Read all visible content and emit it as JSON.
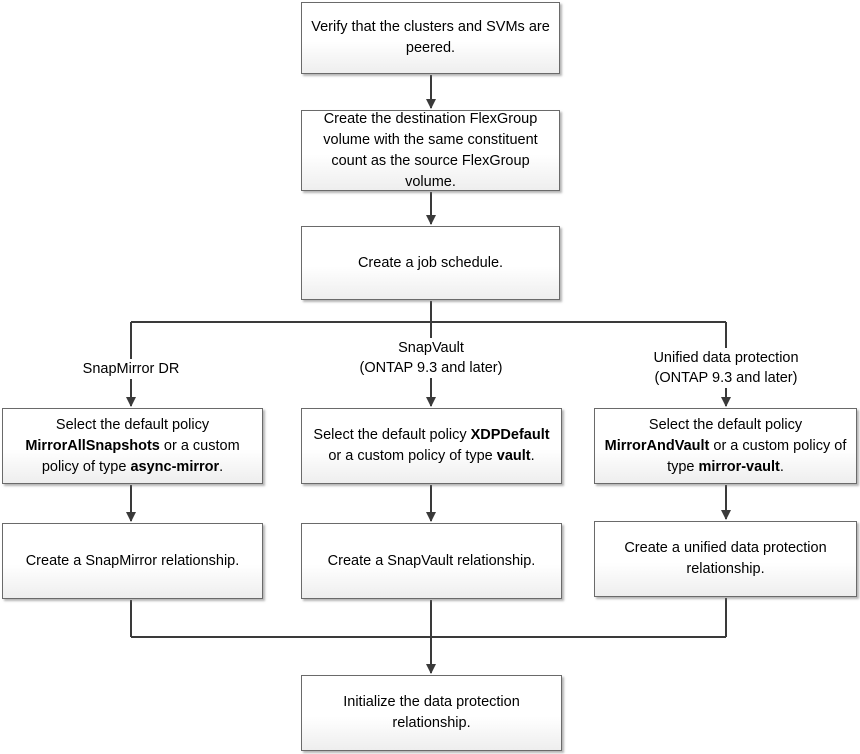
{
  "steps": {
    "verify_peering": "Verify that the clusters and SVMs are peered.",
    "create_destination": "Create the destination FlexGroup volume with the same constituent count as the source FlexGroup volume.",
    "create_schedule": "Create a job schedule.",
    "initialize": "Initialize the data protection relationship."
  },
  "branches": {
    "snapmirror": {
      "label": "SnapMirror DR",
      "policy": {
        "prefix": "Select the default policy ",
        "default_policy": "MirrorAllSnapshots",
        "middle": " or a custom policy  of type ",
        "custom_type": "async-mirror",
        "suffix": "."
      },
      "relationship": "Create a SnapMirror relationship."
    },
    "snapvault": {
      "label_line1": "SnapVault",
      "label_line2": "(ONTAP 9.3 and later)",
      "policy": {
        "prefix": "Select the default policy ",
        "default_policy": "XDPDefault",
        "middle": " or a custom policy  of type ",
        "custom_type": "vault",
        "suffix": "."
      },
      "relationship": "Create a SnapVault relationship."
    },
    "unified": {
      "label_line1": "Unified data protection",
      "label_line2": "(ONTAP 9.3 and later)",
      "policy": {
        "prefix": "Select the default policy ",
        "default_policy": "MirrorAndVault",
        "middle": " or a custom policy of type ",
        "custom_type": "mirror-vault",
        "suffix": "."
      },
      "relationship": "Create a unified data protection relationship."
    }
  }
}
